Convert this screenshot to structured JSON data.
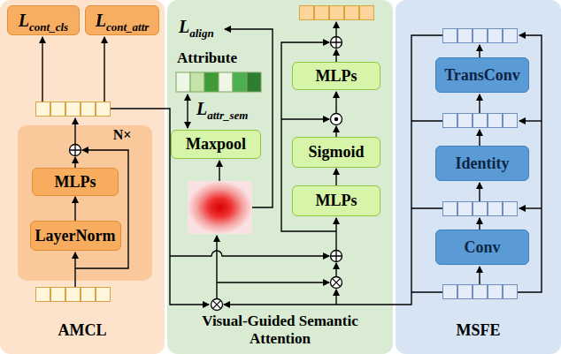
{
  "diagram": {
    "nodes": [
      {
        "text": [
          "AMCL"
        ]
      },
      {
        "text": [
          "L",
          "cont_cls"
        ],
        "in": 0
      },
      {
        "text": [
          "L",
          "cont_attr"
        ],
        "in": 0
      },
      {
        "text": [
          "N×"
        ],
        "in": 0
      },
      {
        "text": [
          "MLPs"
        ],
        "in": 3
      },
      {
        "text": [
          "LayerNorm"
        ],
        "in": 3
      },
      {
        "text": [
          "Visual-Guided Semantic Attention"
        ]
      },
      {
        "text": [
          "Maxpool"
        ],
        "in": 6
      },
      {
        "text": [
          "MLPs"
        ],
        "in": 6
      },
      {
        "text": [
          "Sigmoid"
        ],
        "in": 6
      },
      {
        "text": [
          "MLPs"
        ],
        "in": 6
      },
      {
        "text": [
          "MSFE"
        ]
      },
      {
        "text": [
          "TransConv"
        ],
        "in": 11
      },
      {
        "text": [
          "Identity"
        ],
        "in": 11
      },
      {
        "text": [
          "Conv"
        ],
        "in": 11
      }
    ],
    "edges": [
      {
        "from": 5,
        "to": 4,
        "arrow": "to"
      },
      {
        "from": 10,
        "to": 9,
        "arrow": "to"
      }
    ],
    "labels": [
      "Attribute",
      "L",
      "align",
      "L",
      "attr_sem"
    ]
  }
}
